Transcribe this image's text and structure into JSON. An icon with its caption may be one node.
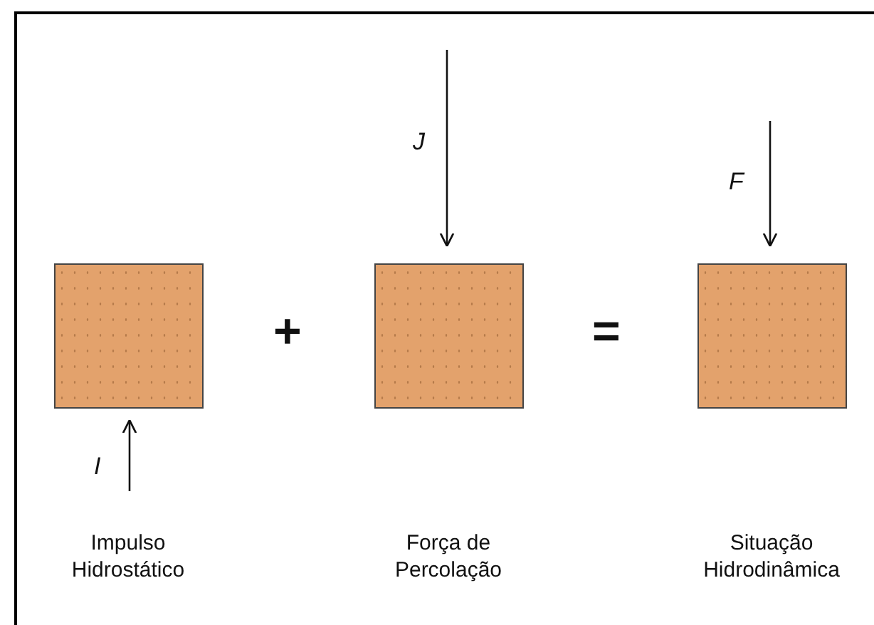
{
  "diagram": {
    "nodes": [
      {
        "text": [],
        "shape": "box"
      },
      {
        "text": [],
        "shape": "box"
      },
      {
        "text": [],
        "shape": "box"
      }
    ],
    "labels": [
      "J",
      "F",
      "+",
      "=",
      "I",
      "Impulso Hidrostático",
      "Força de Percolação",
      "Situação Hidrodinâmica"
    ]
  }
}
